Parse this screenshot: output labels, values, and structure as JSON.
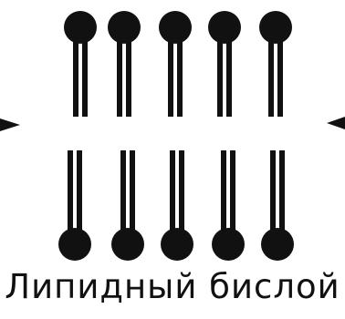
{
  "caption": "Липидный бислой",
  "bilayer": {
    "top_leaflet_lipids": 5,
    "bottom_leaflet_lipids": 5,
    "head_color": "#111111",
    "tail_color": "#111111",
    "background": "#ffffff"
  },
  "arrows": {
    "left": "arrow-right-icon",
    "right": "arrow-left-icon"
  }
}
